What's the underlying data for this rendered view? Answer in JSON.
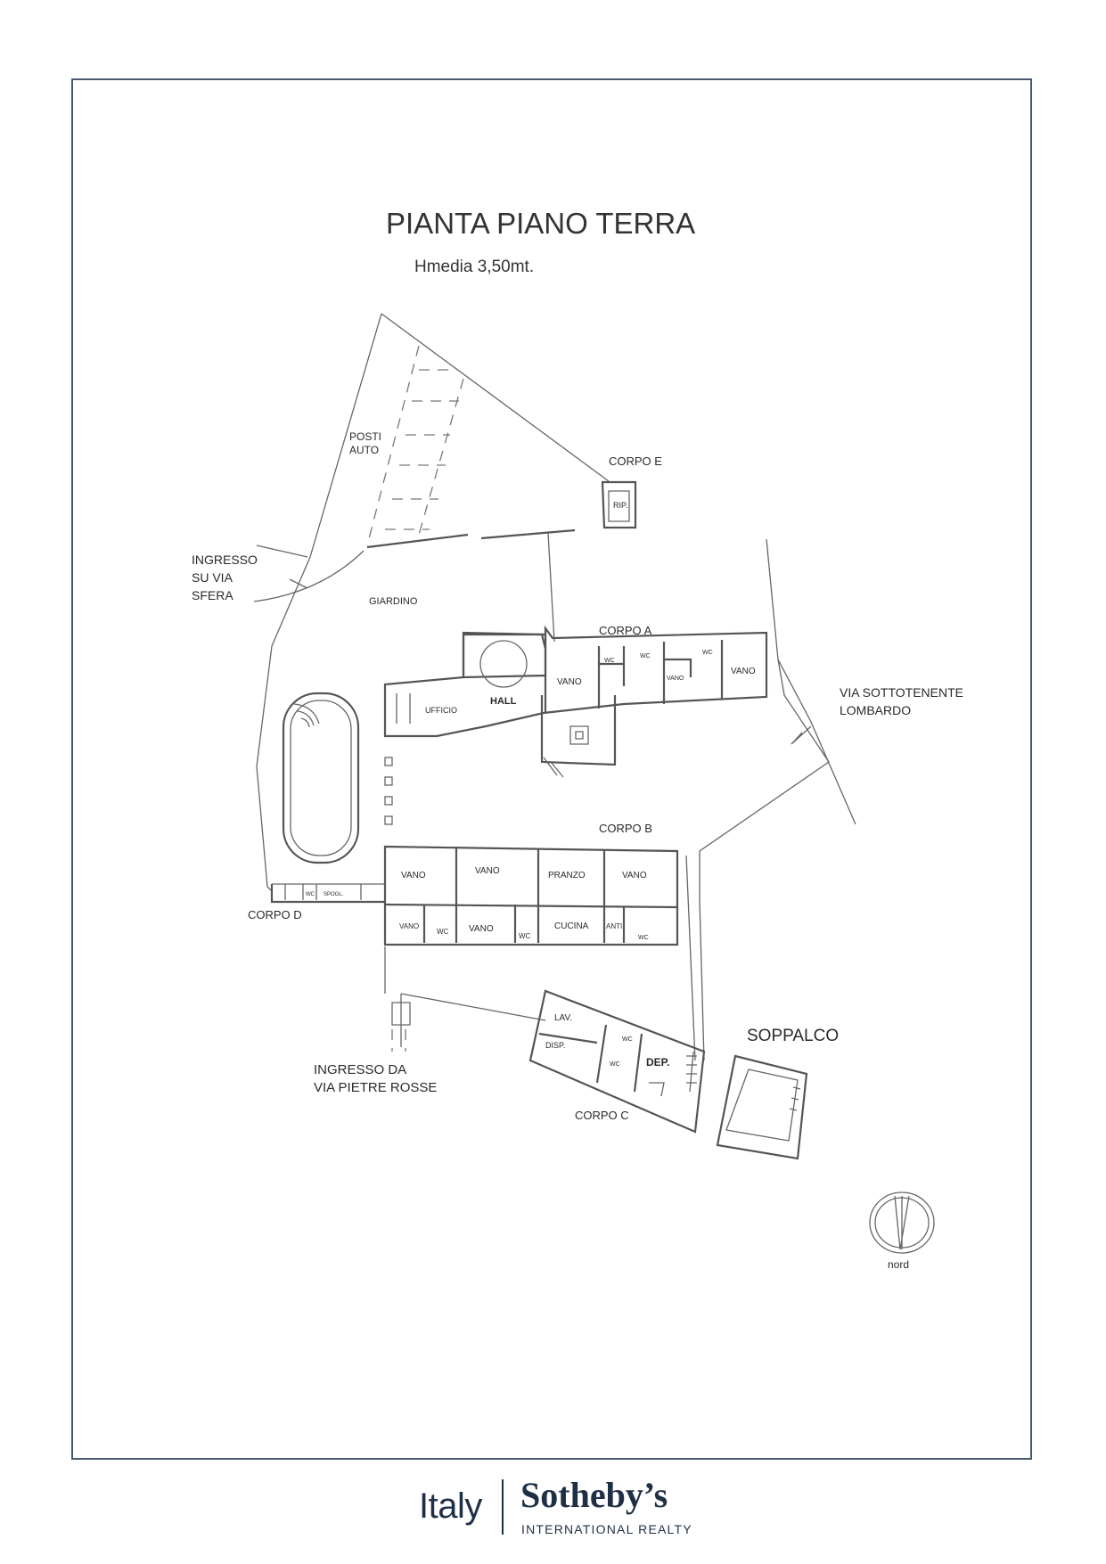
{
  "title": "PIANTA PIANO TERRA",
  "subtitle": "Hmedia 3,50mt.",
  "labels": {
    "posti": "POSTI",
    "auto": "AUTO",
    "corpo_e": "CORPO E",
    "rip": "RIP.",
    "ingresso_1": "INGRESSO",
    "ingresso_2": "SU VIA",
    "ingresso_3": "SFERA",
    "giardino": "GIARDINO",
    "corpo_a": "CORPO A",
    "via_sotto_1": "VIA SOTTOTENENTE",
    "via_sotto_2": "LOMBARDO",
    "ufficio": "UFFICIO",
    "hall": "HALL",
    "vano": "VANO",
    "wc": "WC",
    "corpo_b": "CORPO B",
    "pranzo": "PRANZO",
    "cucina": "CUCINA",
    "anti": "ANTI",
    "corpo_d": "CORPO D",
    "spogl": "SPOGL.",
    "ingresso_da_1": "INGRESSO  DA",
    "ingresso_da_2": "VIA PIETRE ROSSE",
    "lav": "LAV.",
    "disp": "DISP.",
    "dep": "DEP.",
    "corpo_c": "CORPO C",
    "soppalco": "SOPPALCO",
    "nord": "nord"
  },
  "footer": {
    "country": "Italy",
    "brand": "Sotheby’s",
    "tagline": "INTERNATIONAL REALTY"
  }
}
